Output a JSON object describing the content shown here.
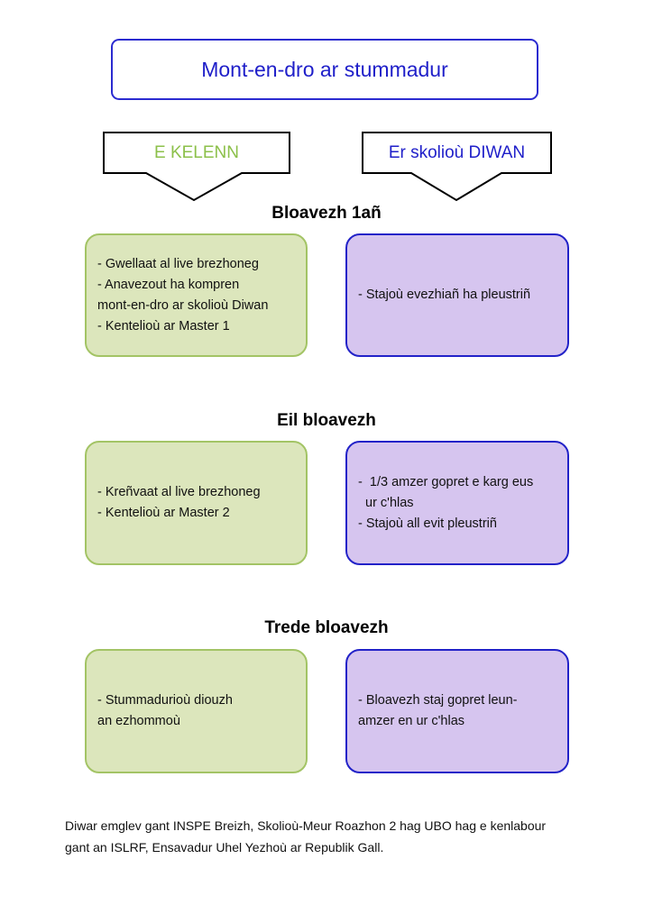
{
  "title": "Mont-en-dro ar stummadur",
  "columns": [
    {
      "label": "E KELENN",
      "color": "#8cc04a"
    },
    {
      "label": "Er skolioù DIWAN",
      "color": "#1f1fc9"
    }
  ],
  "years": [
    {
      "heading": "Bloavezh 1añ",
      "kelenn": [
        "- Gwellaat al live brezhoneg",
        "- Anavezout ha kompren",
        "mont-en-dro ar skolioù Diwan",
        "- Kentelioù ar Master 1"
      ],
      "diwan": [
        "- Stajoù evezhiañ ha pleustriñ"
      ]
    },
    {
      "heading": "Eil bloavezh",
      "kelenn": [
        "- Kreñvaat al live brezhoneg",
        "- Kentelioù ar Master 2"
      ],
      "diwan": [
        "-  1/3 amzer gopret e karg eus",
        "ur c'hlas",
        "- Stajoù all evit pleustriñ"
      ]
    },
    {
      "heading": "Trede bloavezh",
      "kelenn": [
        "- Stummadurioù diouzh",
        "an ezhommoù"
      ],
      "diwan": [
        "- Bloavezh staj gopret leun-",
        "amzer en ur c'hlas"
      ]
    }
  ],
  "footer": [
    "Diwar emglev gant INSPE Breizh, Skolioù-Meur Roazhon 2 hag UBO hag e kenlabour",
    "gant an ISLRF, Ensavadur Uhel Yezhoù ar Republik Gall."
  ]
}
